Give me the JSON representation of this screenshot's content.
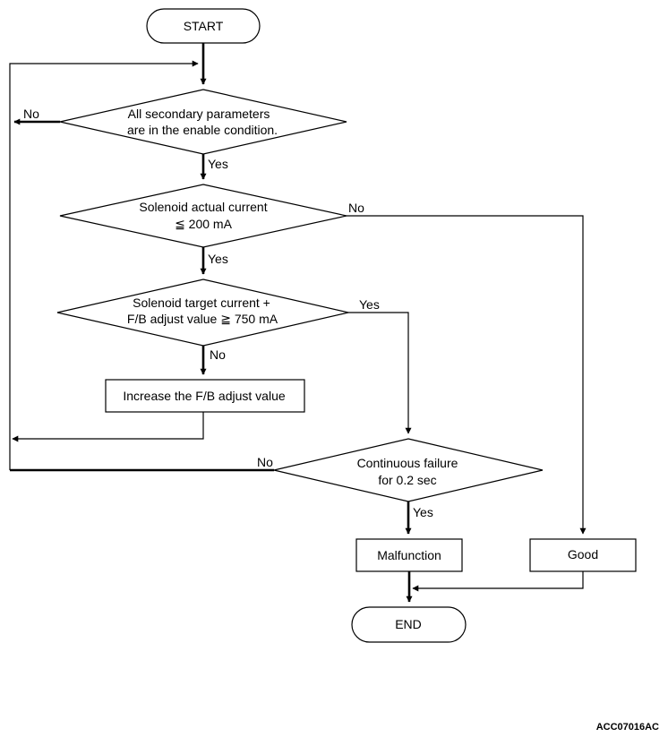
{
  "nodes": {
    "start": "START",
    "check_enable": [
      "All secondary parameters",
      "are in the enable condition."
    ],
    "check_actual": [
      "Solenoid actual current",
      "≦ 200 mA"
    ],
    "check_target": [
      "Solenoid target current +",
      "F/B adjust value  ≧ 750 mA"
    ],
    "increase": "Increase the F/B adjust value",
    "continuous": [
      "Continuous failure",
      "for 0.2 sec"
    ],
    "malfunction": "Malfunction",
    "good": "Good",
    "end": "END"
  },
  "edge_labels": {
    "enable_no": "No",
    "enable_yes": "Yes",
    "actual_no": "No",
    "actual_yes": "Yes",
    "target_yes": "Yes",
    "target_no": "No",
    "continuous_no": "No",
    "continuous_yes": "Yes"
  },
  "figure_code": "ACC07016AC"
}
